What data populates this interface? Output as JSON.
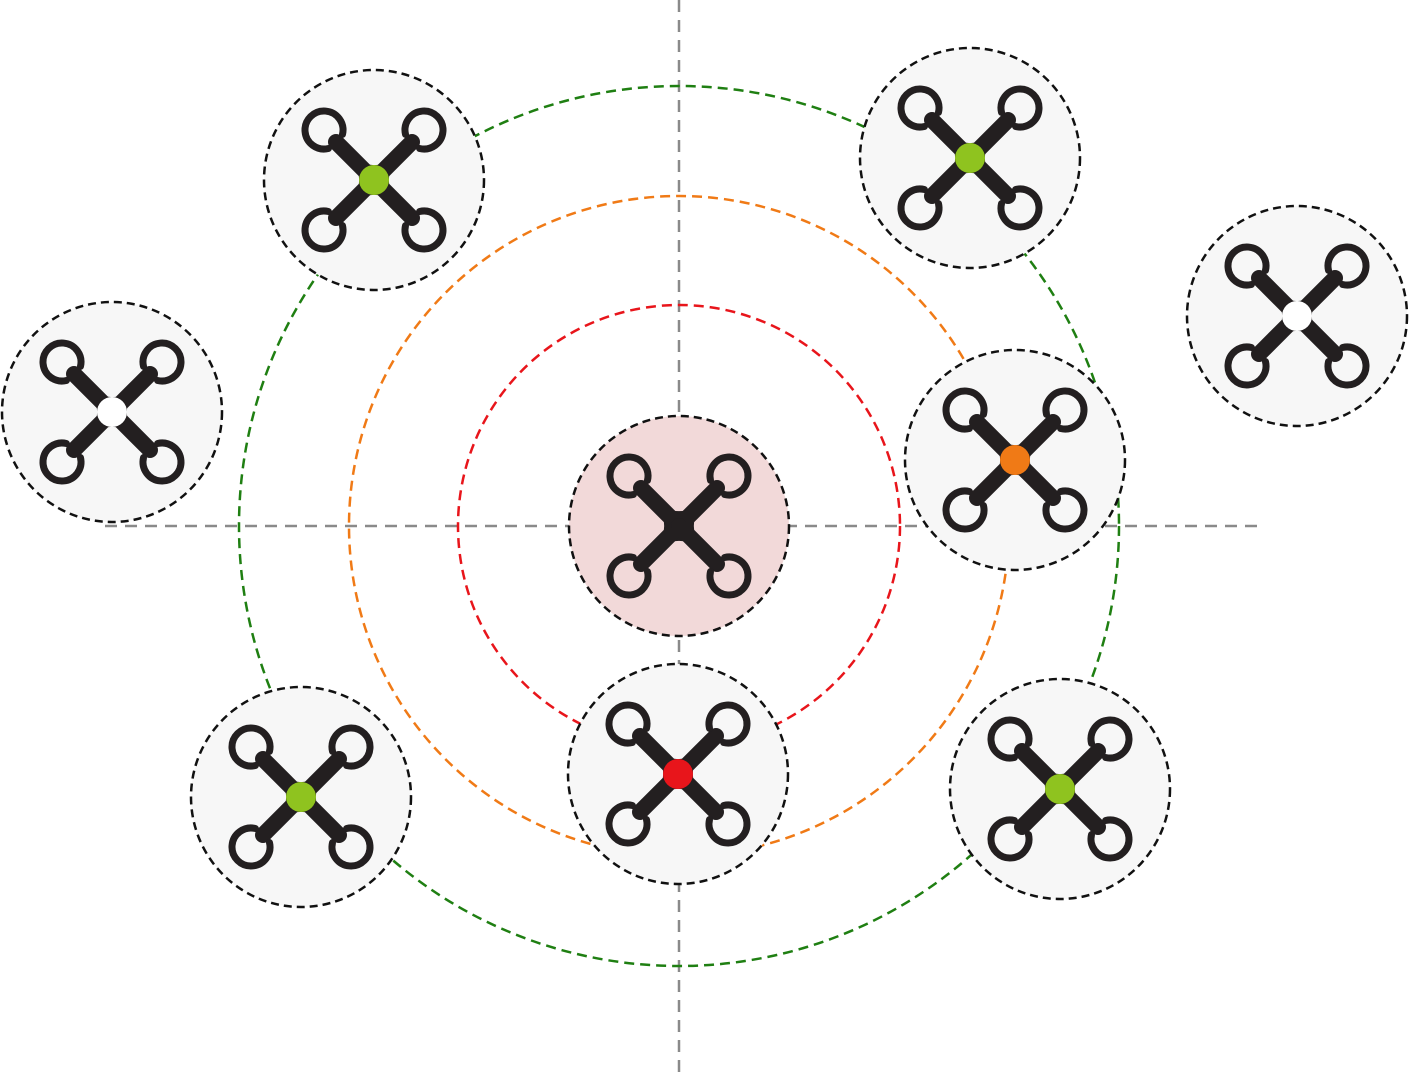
{
  "colors": {
    "background": "#ffffff",
    "axis": "#8a8a8a",
    "ring_inner": "#e8151b",
    "ring_middle": "#f07a16",
    "ring_outer": "#1f7f12",
    "bubble_fill": "#f7f7f7",
    "bubble_stroke": "#111111",
    "central_bubble_fill": "#f2d9d9",
    "drone_body": "#231f20"
  },
  "legend": [],
  "diagram": {
    "rings": [
      {
        "id": "inner",
        "color_key": "ring_inner"
      },
      {
        "id": "middle",
        "color_key": "ring_middle"
      },
      {
        "id": "outer",
        "color_key": "ring_outer"
      }
    ],
    "drones": [
      {
        "id": "central",
        "role": "central",
        "status": "none",
        "dot_color": null
      },
      {
        "id": "top-left",
        "role": "neighbor",
        "status": "outer-zone",
        "dot_color": "#8fc31f"
      },
      {
        "id": "top-right",
        "role": "neighbor",
        "status": "outer-zone",
        "dot_color": "#8fc31f"
      },
      {
        "id": "far-right",
        "role": "neighbor",
        "status": "outside",
        "dot_color": "#ffffff"
      },
      {
        "id": "far-left",
        "role": "neighbor",
        "status": "outside",
        "dot_color": "#ffffff"
      },
      {
        "id": "right",
        "role": "neighbor",
        "status": "middle-zone",
        "dot_color": "#f07a16"
      },
      {
        "id": "bottom-center",
        "role": "neighbor",
        "status": "inner-zone",
        "dot_color": "#e8151b"
      },
      {
        "id": "bottom-left",
        "role": "neighbor",
        "status": "outer-zone",
        "dot_color": "#8fc31f"
      },
      {
        "id": "bottom-right",
        "role": "neighbor",
        "status": "outer-zone",
        "dot_color": "#8fc31f"
      }
    ]
  }
}
